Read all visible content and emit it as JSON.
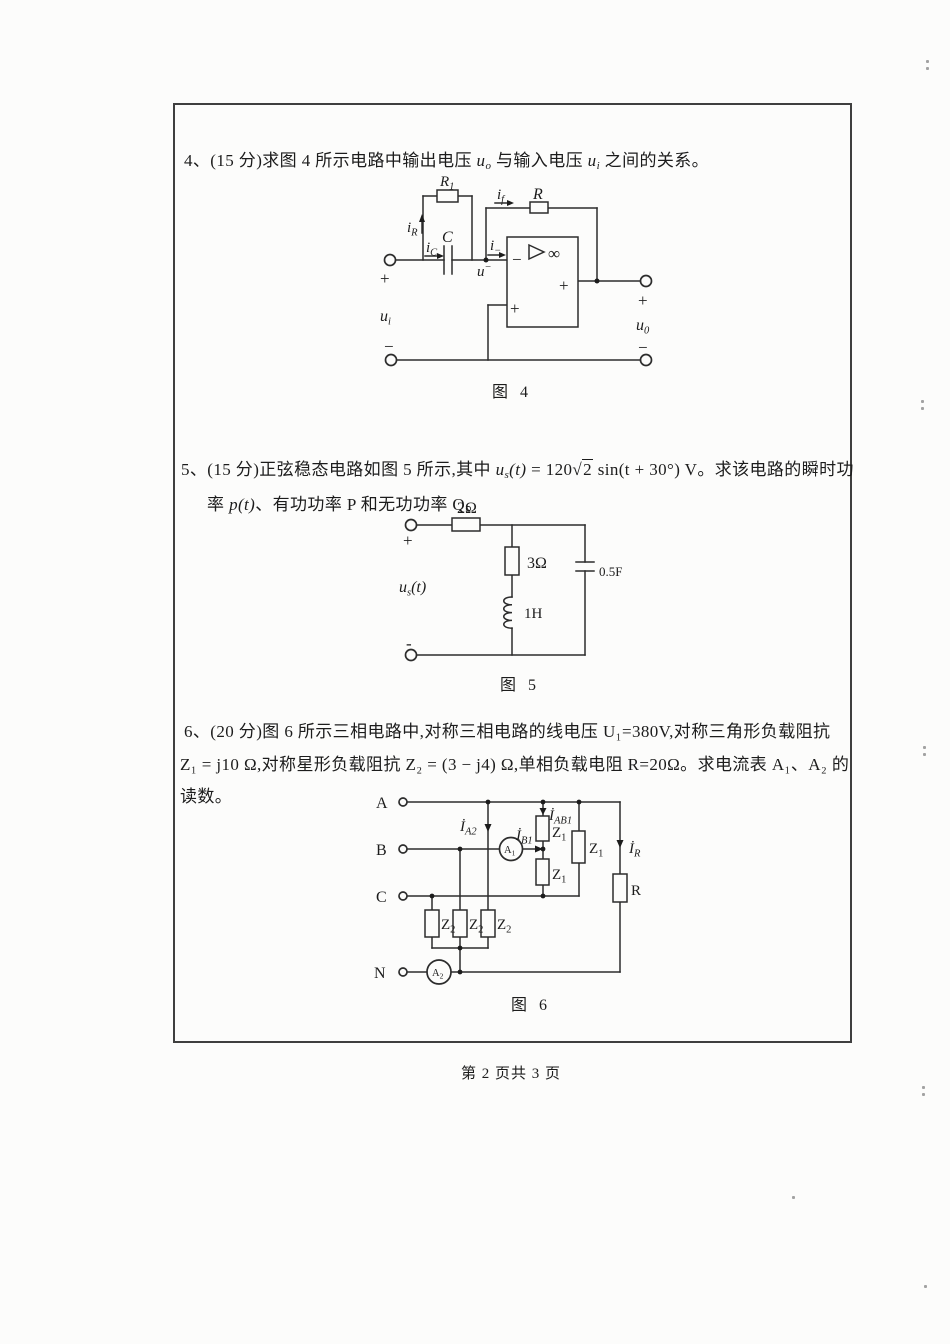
{
  "page": {
    "footer": "第 2 页共 3 页"
  },
  "q4": {
    "seg1": "4、(15 分)求图 4 所示电路中输出电压 ",
    "uo": {
      "main": "u",
      "sub": "o"
    },
    "seg2": " 与输入电压 ",
    "ui": {
      "main": "u",
      "sub": "i"
    },
    "seg3": " 之间的关系。"
  },
  "q5": {
    "line1_a": "5、(15 分)正弦稳态电路如图 5 所示,其中 ",
    "us": {
      "main": "u",
      "sub": "s",
      "arg": "(t)"
    },
    "eq": " = 120",
    "sqrt": {
      "sign": "√",
      "val": "2"
    },
    "tail": " sin(t + 30°) V",
    "line1_b": "。求该电路的瞬时功",
    "line2_a": "率 ",
    "pt": "p(t)",
    "line2_b": "、有功功率 P 和无功功率 Q。"
  },
  "q6": {
    "line1": "6、(20 分)图 6 所示三相电路中,对称三相电路的线电压 U₁=380V,对称三角形负载阻抗",
    "line2": "Z₁ = j10 Ω,对称星形负载阻抗 Z₂ = (3 − j4) Ω,单相负载电阻 R=20Ω。求电流表 A₁、A₂ 的",
    "line3": "读数。"
  },
  "fig4": {
    "caption": "图 4",
    "r1": {
      "main": "R",
      "sub": "1"
    },
    "cap_c": "C",
    "res_r": "R",
    "i_r": {
      "main": "i",
      "sub": "R"
    },
    "i_c": {
      "main": "i",
      "sub": "C"
    },
    "i_in": {
      "main": "i",
      "sub": "−"
    },
    "i_f": {
      "main": "i",
      "sub": "f"
    },
    "u_node": {
      "main": "u",
      "sup": "−"
    },
    "u_i": {
      "main": "u",
      "sub": "i"
    },
    "u_o": {
      "main": "u",
      "sub": "0"
    },
    "inf": "∞",
    "op_minus": "−",
    "op_plus": "+",
    "op_out_plus": "+",
    "in_plus": "+",
    "in_minus": "−",
    "out_plus": "+",
    "out_minus": "−"
  },
  "fig5": {
    "caption": "图 5",
    "r2": "2Ω",
    "r3": "3Ω",
    "l1": "1H",
    "c05": "0.5F",
    "us": {
      "main": "u",
      "sub": "s",
      "arg": "(t)"
    },
    "plus": "+",
    "minus": "-"
  },
  "fig6": {
    "caption": "图 6",
    "phase_a": "A",
    "phase_b": "B",
    "phase_c": "C",
    "phase_n": "N",
    "i_a2": {
      "main": "İ",
      "sub": "A2"
    },
    "i_b1": {
      "main": "İ",
      "sub": "B1"
    },
    "i_ab1": {
      "main": "İ",
      "sub": "AB1"
    },
    "i_r": {
      "main": "İ",
      "sub": "R"
    },
    "z1": {
      "main": "Z",
      "sub": "1"
    },
    "z2": {
      "main": "Z",
      "sub": "2"
    },
    "r": "R",
    "a1": {
      "main": "A",
      "sub": "1"
    },
    "a2": {
      "main": "A",
      "sub": "2"
    }
  }
}
